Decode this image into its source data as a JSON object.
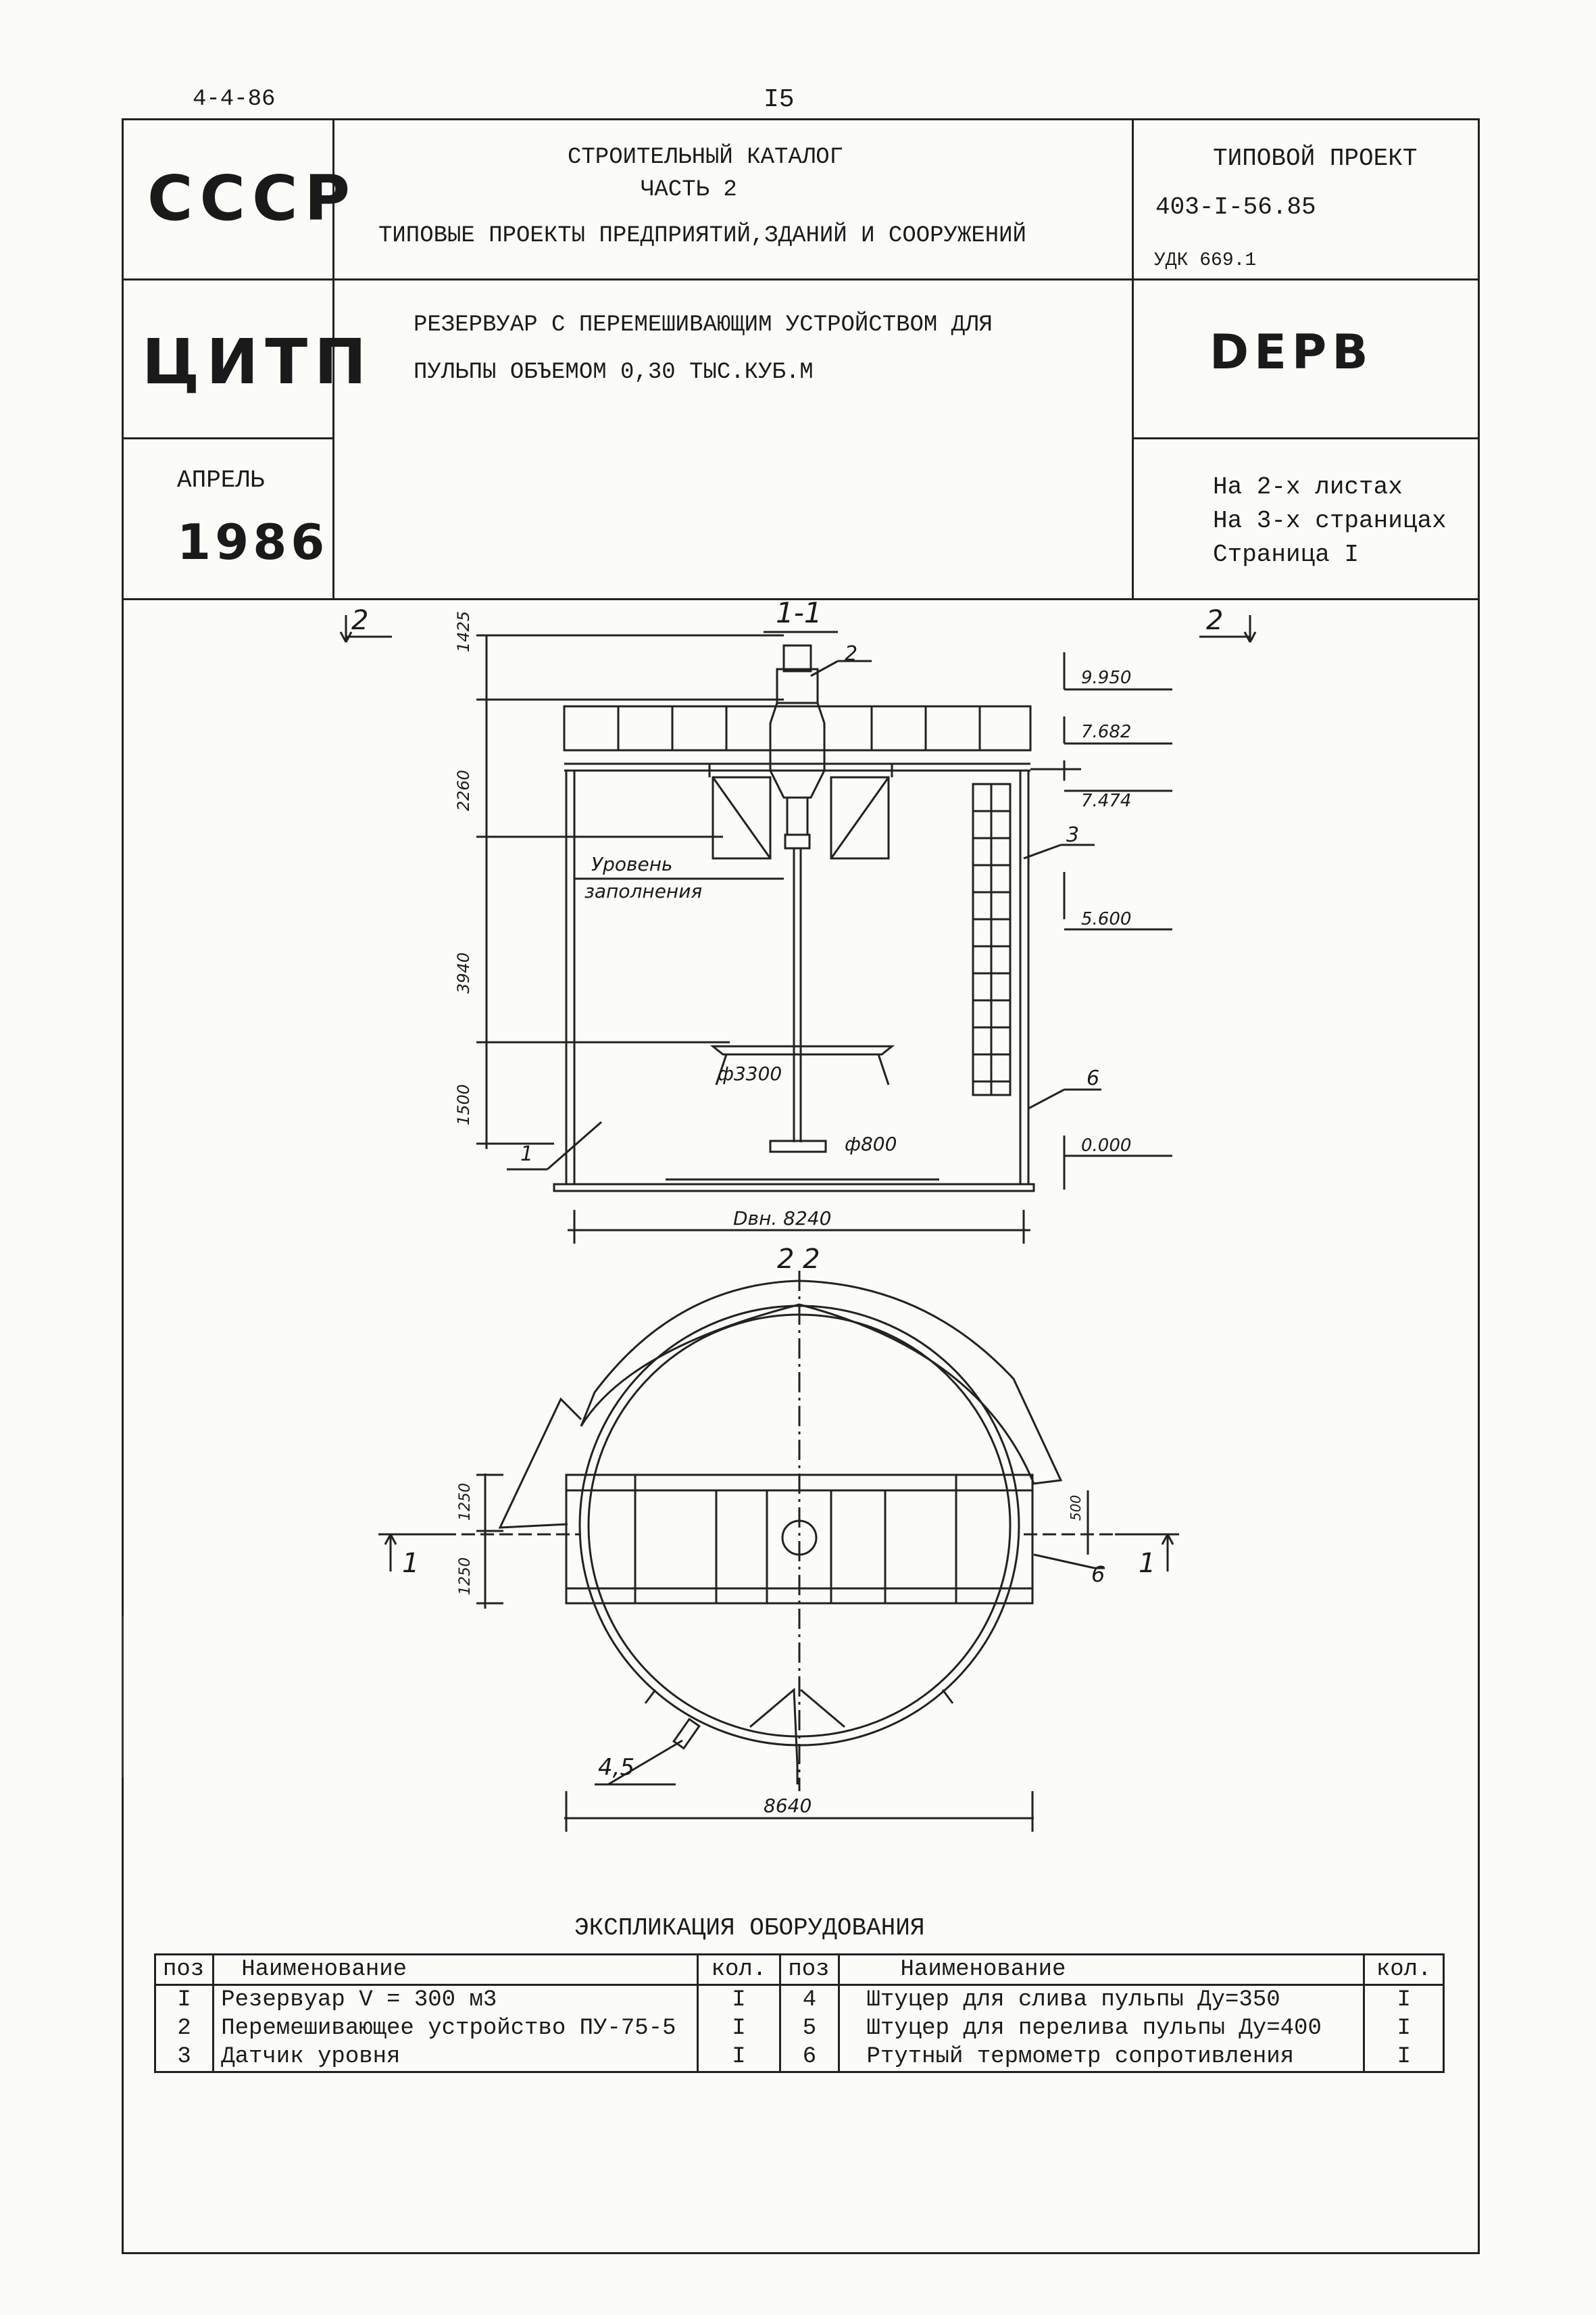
{
  "page": {
    "code": "4-4-86",
    "number": "I5"
  },
  "header": {
    "org1": "СССР",
    "org2": "ЦИТП",
    "month": "АПРЕЛЬ",
    "year": "1986",
    "catalog_line1": "СТРОИТЕЛЬНЫЙ КАТАЛОГ",
    "catalog_line2": "ЧАСТЬ 2",
    "catalog_line3": "ТИПОВЫЕ ПРОЕКТЫ ПРЕДПРИЯТИЙ,ЗДАНИЙ И СООРУЖЕНИЙ",
    "project_label": "ТИПОВОЙ ПРОЕКТ",
    "project_number": "403-I-56.85",
    "udk": "УДК 669.1",
    "title_line1": "РЕЗЕРВУАР С ПЕРЕМЕШИВАЮЩИМ УСТРОЙСТВОМ ДЛЯ",
    "title_line2": "ПУЛЬПЫ ОБЪЕМОМ 0,30 ТЫС.КУБ.М",
    "code_word": "DEPB",
    "sheets1": "На 2-х листах",
    "sheets2": "На 3-х страницах",
    "sheets3": "Страница I"
  },
  "drawing": {
    "section_label": "1-1",
    "cut_left": "2",
    "cut_right": "2",
    "plan_label": "2 2",
    "level_label1": "Уровень",
    "level_label2": "заполнения",
    "elevations": [
      "9.950",
      "7.682",
      "7.474",
      "5.600",
      "0.000"
    ],
    "dims_vertical": [
      "1425",
      "2260",
      "3940",
      "1500"
    ],
    "dia_impeller": "ф3300",
    "dia_bottom": "ф800",
    "inner_diameter": "Dвн. 8240",
    "outer_diameter": "8640",
    "plan_dims": [
      "1250",
      "1250",
      "500"
    ],
    "positions": [
      "1",
      "2",
      "3",
      "6",
      "4,5",
      "6"
    ],
    "cut_plan_left": "1",
    "cut_plan_right": "1"
  },
  "spec": {
    "title": "ЭКСПЛИКАЦИЯ ОБОРУДОВАНИЯ",
    "headers": [
      "поз",
      "Наименование",
      "кол.",
      "поз",
      "Наименование",
      "кол."
    ],
    "left": [
      {
        "pos": "I",
        "name": "Резервуар    V = 300 м3",
        "qty": "I"
      },
      {
        "pos": "2",
        "name": "Перемешивающее устройство ПУ-75-5",
        "qty": "I"
      },
      {
        "pos": "3",
        "name": "Датчик уровня",
        "qty": "I"
      }
    ],
    "right": [
      {
        "pos": "4",
        "name": "Штуцер для слива пульпы Ду=350",
        "qty": "I"
      },
      {
        "pos": "5",
        "name": "Штуцер для перелива пульпы Ду=400",
        "qty": "I"
      },
      {
        "pos": "6",
        "name": "Ртутный термометр сопротивления",
        "qty": "I"
      }
    ]
  }
}
